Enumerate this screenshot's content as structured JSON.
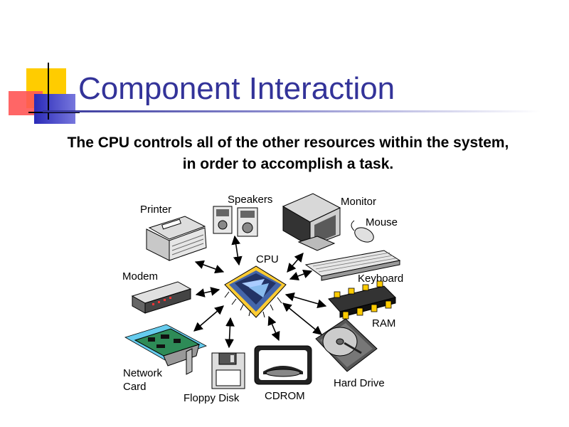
{
  "slide": {
    "title": "Component Interaction",
    "subtitle_line1": "The CPU controls all of the other resources within the system,",
    "subtitle_line2": "in order to accomplish a task."
  },
  "diagram": {
    "center": "CPU",
    "components": {
      "printer": "Printer",
      "speakers": "Speakers",
      "monitor": "Monitor",
      "mouse": "Mouse",
      "keyboard": "Keyboard",
      "modem": "Modem",
      "ram": "RAM",
      "network_line1": "Network",
      "network_line2": "Card",
      "floppy": "Floppy Disk",
      "cdrom": "CDROM",
      "hard_drive": "Hard Drive"
    }
  },
  "colors": {
    "title": "#333399",
    "deco_yellow": "#ffcc00",
    "deco_red": "#ff4a4a",
    "deco_blue": "#3333cc"
  }
}
